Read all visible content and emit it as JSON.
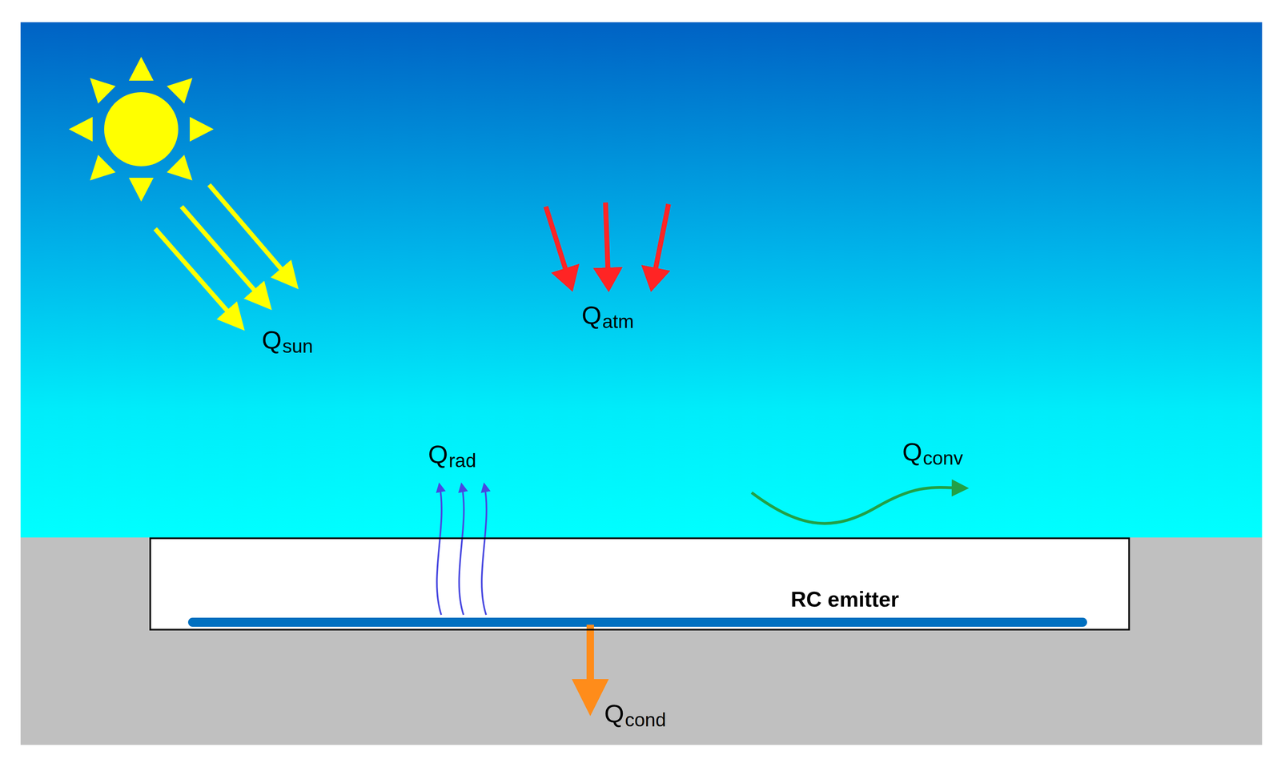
{
  "diagram": {
    "nodes": [
      {
        "text": [
          "RC emitter"
        ]
      }
    ],
    "labels": [
      "Q",
      "sun",
      "Q",
      "atm",
      "Q",
      "rad",
      "Q",
      "conv",
      "Q",
      "cond"
    ]
  }
}
